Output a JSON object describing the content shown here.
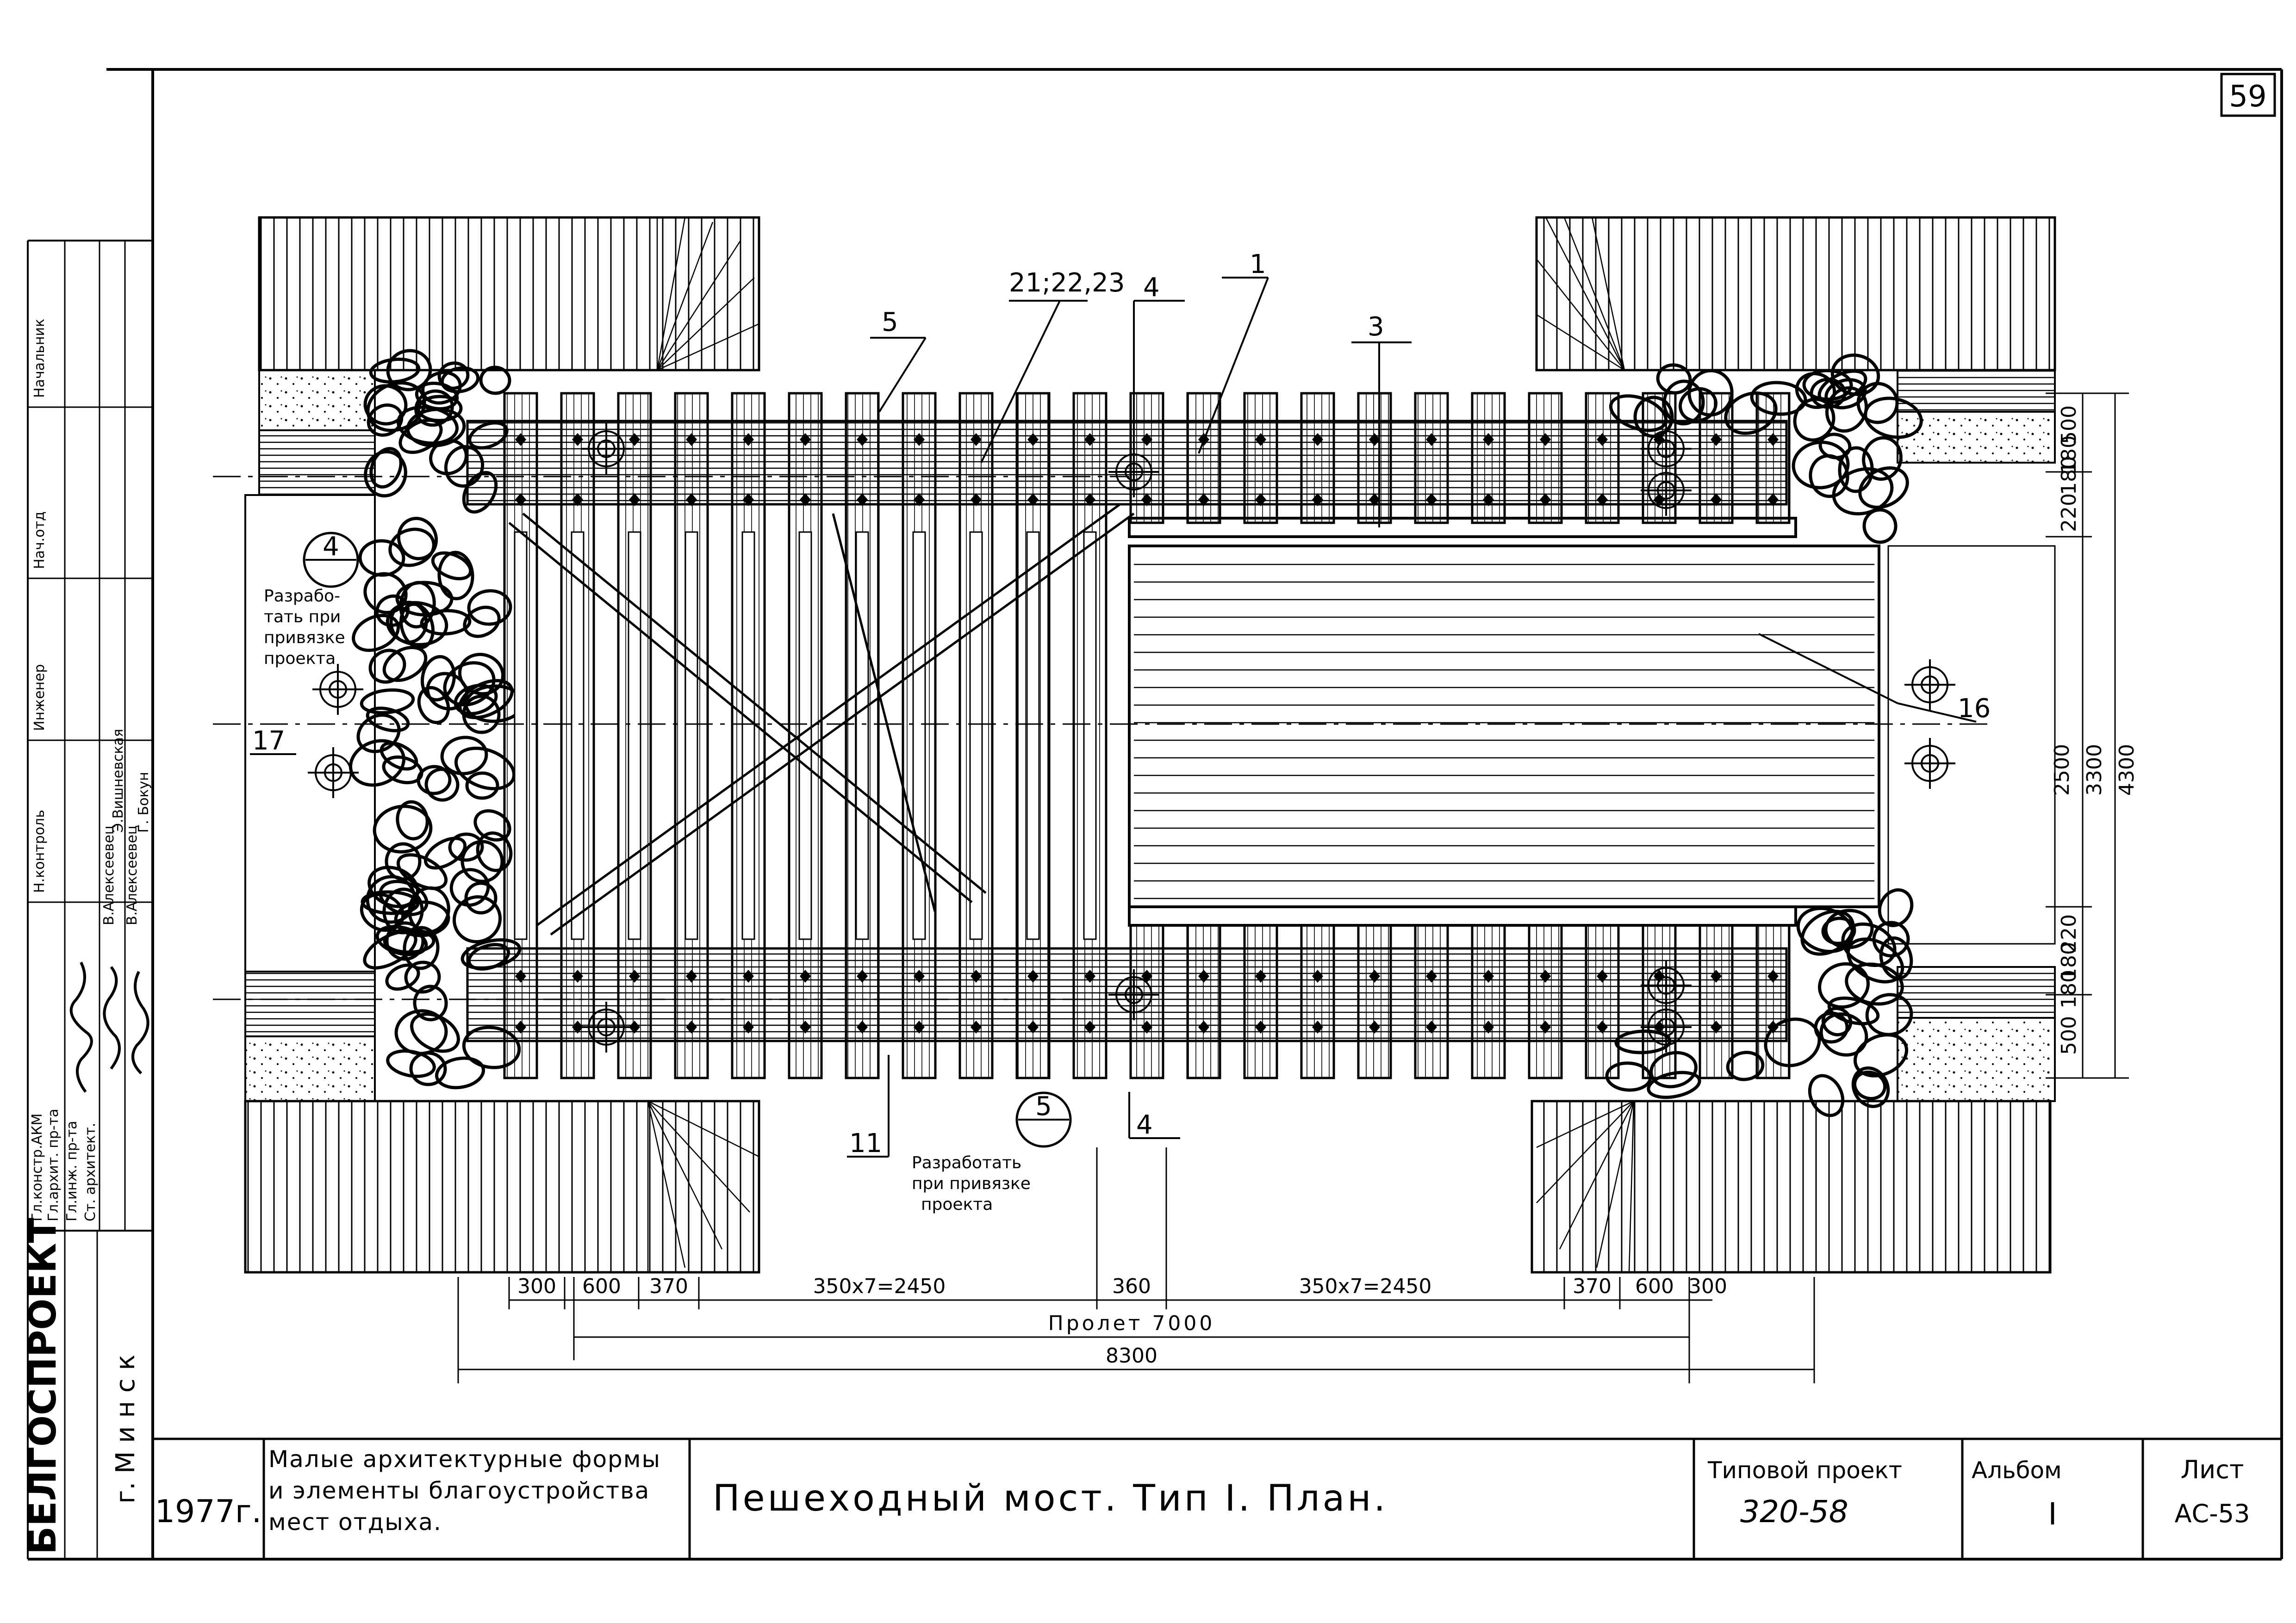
{
  "sheet_number": "59",
  "title_block": {
    "organization": "БЕЛГОСПРОЕКТ",
    "city": "г. М и н с к",
    "year": "1977г.",
    "series_title": "Малые архитектурные формы и элементы благоустройства мест отдыха.",
    "drawing_title": "Пешеходный мост. Тип I. План.",
    "project_label": "Типовой проект",
    "project_number": "320-58",
    "album_label": "Альбом",
    "album_value": "I",
    "sheet_label": "Лист",
    "sheet_code": "АС-53"
  },
  "signatures": {
    "roles": [
      "Гл.констр.АКМ",
      "Гл.архит. пр-та",
      "Гл.инж. пр-та",
      "Ст. архитект."
    ],
    "names": [
      "В.Алексеевец",
      "Э.Вишневская",
      "В.Алексеевец",
      "Г. Бокун"
    ],
    "top_fragments": [
      "Начальник",
      "Нач.отд",
      "Инженер",
      "Н.контроль"
    ]
  },
  "callouts": {
    "c1": "1",
    "c3": "3",
    "c4_top": "4",
    "c4_bottom": "4",
    "c5": "5",
    "c11": "11",
    "c16": "16",
    "c17": "17",
    "c21": "21;22,23"
  },
  "notes": {
    "left_circle": "4",
    "left_note": [
      "Разрабо-",
      "тать при",
      "привязке",
      "проекта"
    ],
    "bottom_circle": "5",
    "bottom_note": [
      "Разработать",
      "при привязке",
      "проекта"
    ]
  },
  "dimensions": {
    "bottom_row": [
      "300",
      "600",
      "370",
      "350x7=2450",
      "360",
      "350x7=2450",
      "370",
      "600",
      "300"
    ],
    "span": "Пролет 7000",
    "overall": "8300",
    "right_small": [
      "500",
      "180",
      "180",
      "220"
    ],
    "right_small_bottom": [
      "220",
      "180",
      "180",
      "500"
    ],
    "right_mid": "2500",
    "right_total_a": "3300",
    "right_total_b": "4300"
  }
}
